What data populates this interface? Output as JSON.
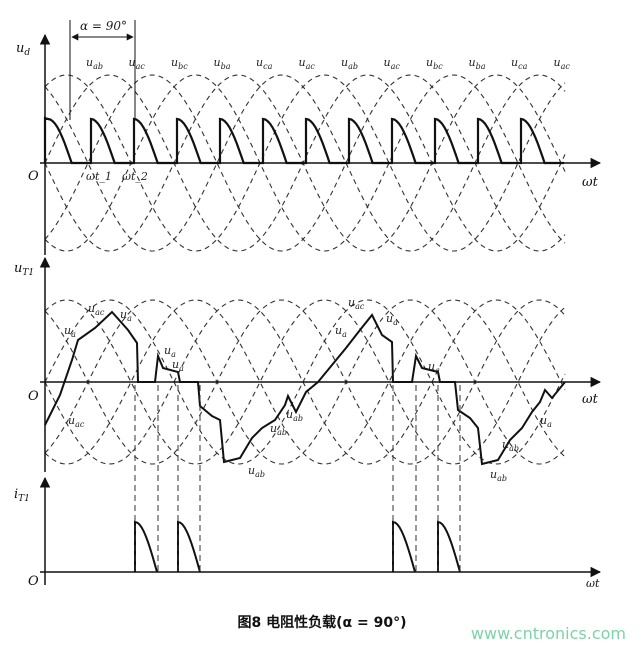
{
  "figure": {
    "caption": "图8 电阻性负载(α = 90°)",
    "watermark": "www.cntronics.com",
    "alpha_label": "α = 90°",
    "origin_label": "O",
    "panel1": {
      "y_label": "u",
      "y_sub": "d",
      "x_label": "ωt",
      "wave_labels": [
        "u_ab",
        "u_ac",
        "u_bc",
        "u_ba",
        "u_ca",
        "u_ac",
        "u_ab",
        "u_ac",
        "u_bc",
        "u_ba",
        "u_ca",
        "u_ac"
      ],
      "time_labels": [
        "ωt_1",
        "ωt_2"
      ]
    },
    "panel2": {
      "y_label": "u",
      "y_sub": "T1",
      "x_label": "ωt",
      "annotations": [
        "u_ac",
        "u_a",
        "u_a",
        "u_ac",
        "u_a",
        "u_a",
        "u_ab",
        "u_ab",
        "u_ab",
        "u_ac",
        "u_a",
        "u_a",
        "u_a",
        "u_ab",
        "u_a",
        "u_ab"
      ]
    },
    "panel3": {
      "y_label": "i",
      "y_sub": "T1",
      "x_label": "ωt"
    }
  }
}
